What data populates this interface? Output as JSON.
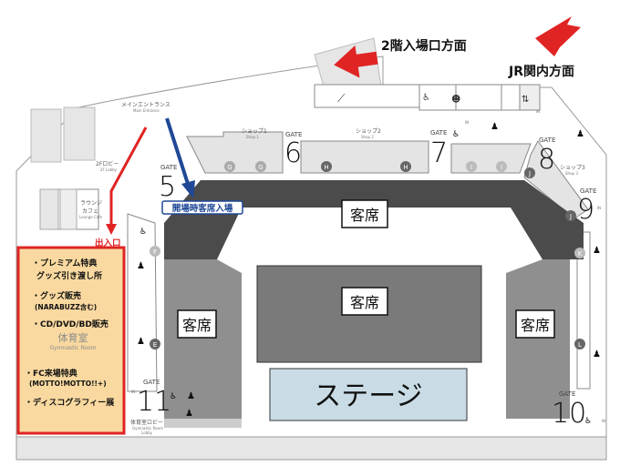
{
  "directions": {
    "floor2_entrance": "2階入場口方面",
    "jr_kannai": "JR関内方面"
  },
  "areas": {
    "main_entrance_ja": "メインエントランス",
    "main_entrance_en": "Main Entrance",
    "lobby_2f_ja": "2Fロビー",
    "lobby_2f_en": "2F Lobby",
    "lounge_ja_1": "ラウンジ",
    "lounge_ja_2": "カフェ",
    "lounge_en": "Lounge Cafe",
    "shop1_ja": "ショップ1",
    "shop1_en": "Shop 1",
    "shop2_ja": "ショップ2",
    "shop2_en": "Shop 2",
    "shop3_ja": "ショップ3",
    "shop3_en": "Shop 3",
    "gym_lobby_ja": "体育室ロビー",
    "gym_lobby_en_1": "Gymnastic Room",
    "gym_lobby_en_2": "Lobby",
    "gym_ja": "体育室",
    "gym_en": "Gymnastic Room"
  },
  "gates": {
    "label": "GATE",
    "numbers": [
      "5",
      "6",
      "7",
      "8",
      "9",
      "10",
      "11"
    ]
  },
  "in_label": "IN",
  "section_markers": [
    "E",
    "F",
    "G",
    "H",
    "I",
    "J",
    "K",
    "L"
  ],
  "seating": {
    "seat_label": "客席",
    "stage_label": "ステージ"
  },
  "annotations": {
    "open_entry": "開場時客席入場",
    "exit_entrance": "出入口"
  },
  "gym_panel": {
    "items": [
      {
        "line1": "・プレミアム特典",
        "line2": "グッズ引き渡し所"
      },
      {
        "line1": "・グッズ販売",
        "line2": "(NARABUZZ含む)"
      },
      {
        "line1": "・CD/DVD/BD販売",
        "line2": ""
      },
      {
        "line1": "・FC来場特典",
        "line2": "(MOTTO!MOTTO!!+)"
      },
      {
        "line1": "・ディスコグラフィー展",
        "line2": ""
      }
    ]
  },
  "colors": {
    "arrow_red": "#e02424",
    "arrow_blue": "#1f4896",
    "panel_fill": "#f9d9a0",
    "panel_border": "#e02424",
    "stage_fill": "#c9dce6",
    "seat_dark": "#4b4b4b",
    "seat_mid": "#8a8a8a"
  }
}
